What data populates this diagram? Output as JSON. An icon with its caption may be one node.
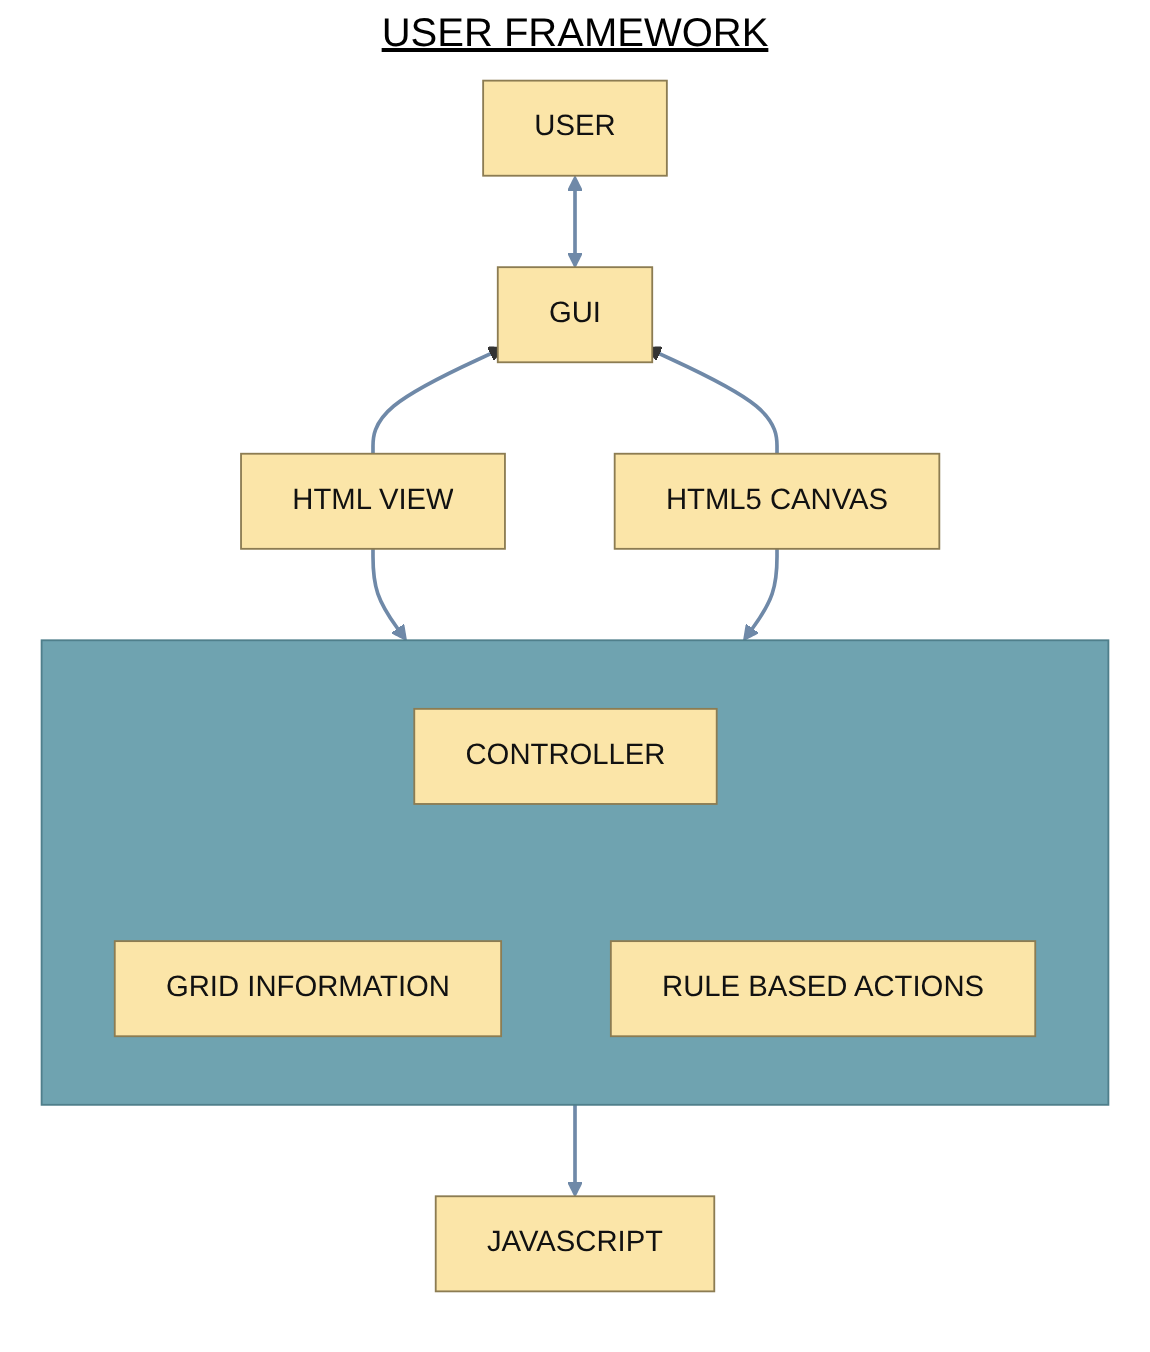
{
  "diagram": {
    "title": "USER FRAMEWORK",
    "nodes": [
      {
        "text": [
          "USER"
        ]
      },
      {
        "text": [
          "GUI"
        ]
      },
      {
        "text": [
          "HTML VIEW"
        ]
      },
      {
        "text": [
          "HTML5 CANVAS"
        ]
      },
      {
        "text": [],
        "shape": "box"
      },
      {
        "text": [
          "CONTROLLER"
        ],
        "in": 4
      },
      {
        "text": [
          "GRID INFORMATION"
        ],
        "in": 4
      },
      {
        "text": [
          "RULE BASED ACTIONS"
        ],
        "in": 4
      },
      {
        "text": [
          "JAVASCRIPT"
        ]
      }
    ],
    "edges": [
      {
        "from": 0,
        "to": 1,
        "arrow": "both"
      },
      {
        "from": 2,
        "to": 1,
        "arrow": "to"
      },
      {
        "from": 3,
        "to": 1,
        "arrow": "to"
      },
      {
        "from": 2,
        "to": 4,
        "arrow": "to"
      },
      {
        "from": 3,
        "to": 4,
        "arrow": "to"
      },
      {
        "from": 4,
        "to": 8,
        "arrow": "to"
      }
    ]
  }
}
